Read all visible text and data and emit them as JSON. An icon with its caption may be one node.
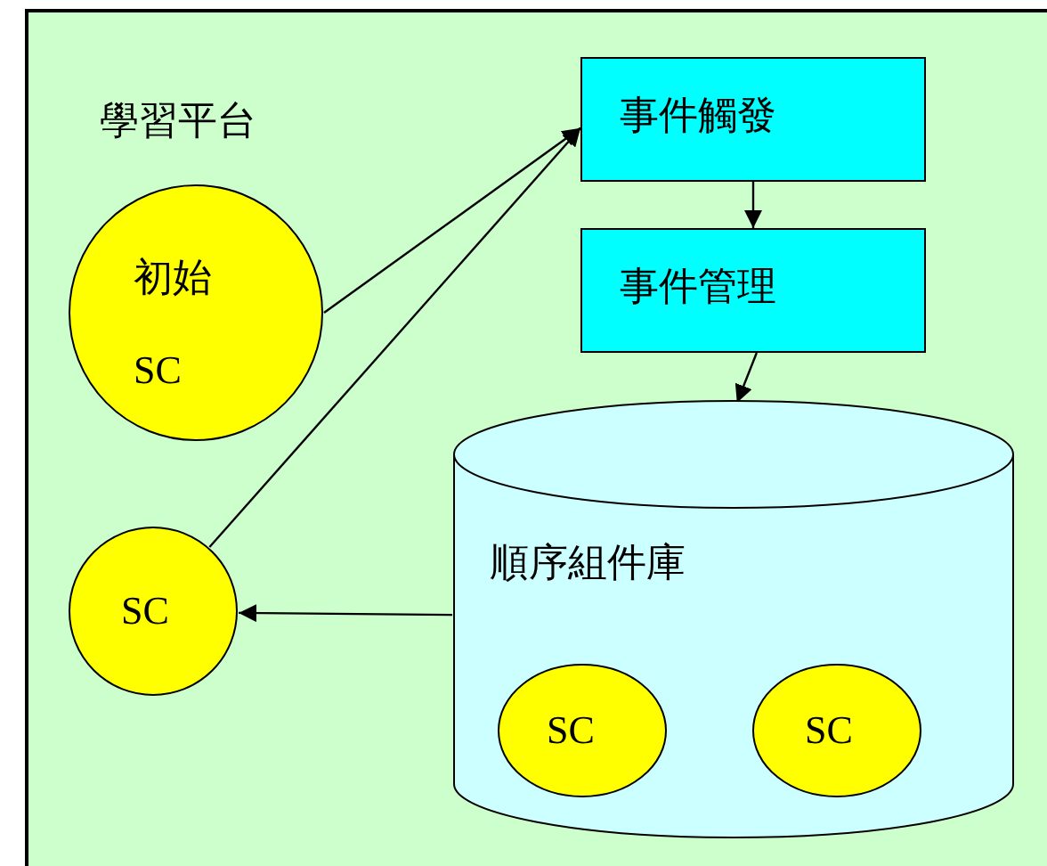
{
  "diagram": {
    "nodes": [
      {
        "text": [
          "學習平台"
        ]
      },
      {
        "text": [
          "事件觸發"
        ],
        "in": 0
      },
      {
        "text": [
          "事件管理"
        ],
        "in": 0
      },
      {
        "text": [
          "順序組件庫"
        ],
        "in": 0
      },
      {
        "text": [
          "初始",
          "SC"
        ],
        "in": 0
      },
      {
        "text": [
          "SC"
        ],
        "in": 0
      },
      {
        "text": [
          "SC"
        ],
        "in": 3
      },
      {
        "text": [
          "SC"
        ],
        "in": 3
      }
    ],
    "edges": [
      {
        "from": 4,
        "to": 1,
        "arrow": "to"
      },
      {
        "from": 5,
        "to": 1,
        "arrow": "to"
      },
      {
        "from": 1,
        "to": 2,
        "arrow": "to"
      },
      {
        "from": 2,
        "to": 3,
        "arrow": "to"
      },
      {
        "from": 3,
        "to": 5,
        "arrow": "to"
      }
    ]
  }
}
